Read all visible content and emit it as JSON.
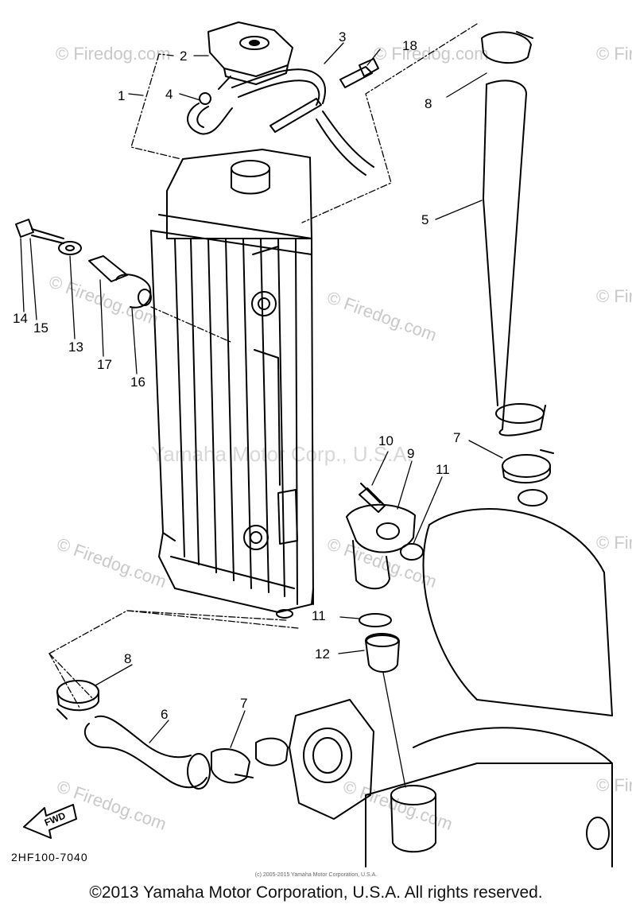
{
  "diagram": {
    "part_code": "2HF100-7040",
    "fwd_label": "FWD",
    "small_copyright": "(c) 2005-2015 Yamaha Motor Corporation, U.S.A.",
    "copyright": "©2013 Yamaha Motor Corporation, U.S.A. All rights reserved.",
    "watermark_site": "© Firedog.com",
    "watermark_brand": "Yamaha Motor Corp., U.S.A.",
    "callouts": [
      {
        "id": "c1",
        "label": "1"
      },
      {
        "id": "c2",
        "label": "2"
      },
      {
        "id": "c3",
        "label": "3"
      },
      {
        "id": "c4",
        "label": "4"
      },
      {
        "id": "c5",
        "label": "5"
      },
      {
        "id": "c6",
        "label": "6"
      },
      {
        "id": "c7a",
        "label": "7"
      },
      {
        "id": "c7b",
        "label": "7"
      },
      {
        "id": "c8a",
        "label": "8"
      },
      {
        "id": "c8b",
        "label": "8"
      },
      {
        "id": "c9",
        "label": "9"
      },
      {
        "id": "c10",
        "label": "10"
      },
      {
        "id": "c11a",
        "label": "11"
      },
      {
        "id": "c11b",
        "label": "11"
      },
      {
        "id": "c12",
        "label": "12"
      },
      {
        "id": "c13",
        "label": "13"
      },
      {
        "id": "c14",
        "label": "14"
      },
      {
        "id": "c15",
        "label": "15"
      },
      {
        "id": "c16",
        "label": "16"
      },
      {
        "id": "c17",
        "label": "17"
      },
      {
        "id": "c18",
        "label": "18"
      }
    ]
  },
  "colors": {
    "line": "#000000",
    "watermark": "#c9c9c9",
    "background": "#ffffff"
  }
}
